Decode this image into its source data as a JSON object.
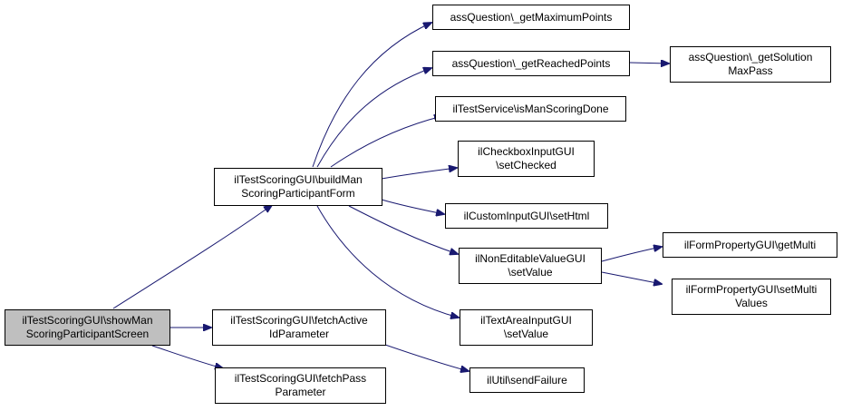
{
  "graph": {
    "edge_color": "#191970",
    "nodes": {
      "root": [
        "ilTestScoringGUI\\showMan",
        "ScoringParticipantScreen"
      ],
      "build": [
        "ilTestScoringGUI\\buildMan",
        "ScoringParticipantForm"
      ],
      "fetch_active": [
        "ilTestScoringGUI\\fetchActive",
        "IdParameter"
      ],
      "fetch_pass": [
        "ilTestScoringGUI\\fetchPass",
        "Parameter"
      ],
      "max_points": [
        "assQuestion\\_getMaximumPoints"
      ],
      "reached_points": [
        "assQuestion\\_getReachedPoints"
      ],
      "solution_max": [
        "assQuestion\\_getSolution",
        "MaxPass"
      ],
      "is_done": [
        "ilTestService\\isManScoringDone"
      ],
      "checkbox": [
        "ilCheckboxInputGUI",
        "\\setChecked"
      ],
      "custom_html": [
        "ilCustomInputGUI\\setHtml"
      ],
      "noneditable": [
        "ilNonEditableValueGUI",
        "\\setValue"
      ],
      "get_multi": [
        "ilFormPropertyGUI\\getMulti"
      ],
      "set_multi": [
        "ilFormPropertyGUI\\setMulti",
        "Values"
      ],
      "textarea": [
        "ilTextAreaInputGUI",
        "\\setValue"
      ],
      "send_failure": [
        "ilUtil\\sendFailure"
      ]
    }
  }
}
